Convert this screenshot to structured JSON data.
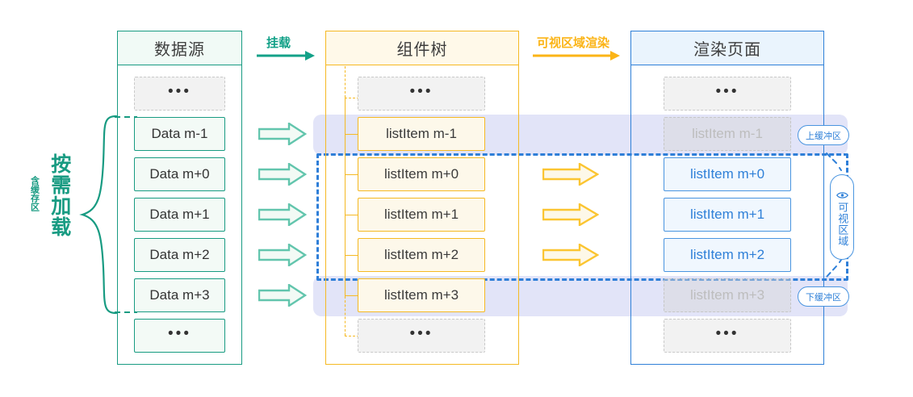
{
  "diagram": {
    "title_semantic": "virtual-list-rendering-flow",
    "colors": {
      "source_green": "#189b82",
      "tree_yellow": "#f5b923",
      "page_blue": "#2f80d8",
      "buffer_band": "#e2e4f8",
      "viewport_dash": "#2f7fd8",
      "ghost_gray": "#c6c6c6"
    }
  },
  "columns": {
    "source": {
      "header": "数据源",
      "items": [
        {
          "label": "•••",
          "state": "ellipsis"
        },
        {
          "label": "Data m-1",
          "state": "normal"
        },
        {
          "label": "Data m+0",
          "state": "normal"
        },
        {
          "label": "Data m+1",
          "state": "normal"
        },
        {
          "label": "Data m+2",
          "state": "normal"
        },
        {
          "label": "Data m+3",
          "state": "normal"
        },
        {
          "label": "•••",
          "state": "ellipsis"
        }
      ]
    },
    "tree": {
      "header": "组件树",
      "items": [
        {
          "label": "•••",
          "state": "ellipsis"
        },
        {
          "label": "listItem m-1",
          "state": "normal"
        },
        {
          "label": "listItem m+0",
          "state": "normal"
        },
        {
          "label": "listItem m+1",
          "state": "normal"
        },
        {
          "label": "listItem m+2",
          "state": "normal"
        },
        {
          "label": "listItem m+3",
          "state": "normal"
        },
        {
          "label": "•••",
          "state": "ellipsis"
        }
      ]
    },
    "page": {
      "header": "渲染页面",
      "items": [
        {
          "label": "•••",
          "state": "ellipsis"
        },
        {
          "label": "listItem m-1",
          "state": "ghost"
        },
        {
          "label": "listItem m+0",
          "state": "active"
        },
        {
          "label": "listItem m+1",
          "state": "active"
        },
        {
          "label": "listItem m+2",
          "state": "active"
        },
        {
          "label": "listItem m+3",
          "state": "ghost"
        },
        {
          "label": "•••",
          "state": "ellipsis"
        }
      ]
    }
  },
  "flow_arrows": [
    {
      "label": "挂载",
      "color": "#189b82",
      "from": "数据源",
      "to": "组件树"
    },
    {
      "label": "可视区域渲染",
      "color": "#fbb416",
      "from": "组件树",
      "to": "渲染页面"
    }
  ],
  "annotations": {
    "left_brace_main": "按需加载",
    "left_brace_sub": "含缓存区",
    "upper_buffer": "上缓冲区",
    "lower_buffer": "下缓冲区",
    "viewport": "可视区域",
    "viewport_icon": "eye-icon"
  }
}
